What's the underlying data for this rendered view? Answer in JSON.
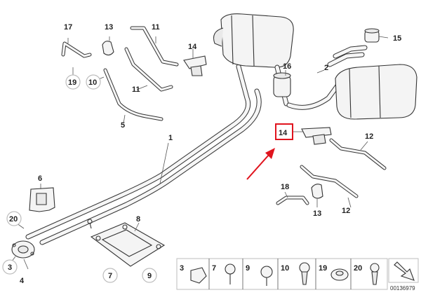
{
  "callouts": {
    "c1": "1",
    "c2": "2",
    "c3": "3",
    "c4": "4",
    "c5": "5",
    "c6": "6",
    "c7": "7",
    "c8": "8",
    "c9": "9",
    "c10": "10",
    "c11a": "11",
    "c11b": "11",
    "c12a": "12",
    "c12b": "12",
    "c13a": "13",
    "c13b": "13",
    "c14a": "14",
    "c14b": "14",
    "c15": "15",
    "c16": "16",
    "c17": "17",
    "c18": "18",
    "c19": "19",
    "c20": "20"
  },
  "legend": [
    "3",
    "7",
    "9",
    "10",
    "19",
    "20"
  ],
  "reference_number": "00136979",
  "highlight": {
    "label": "14",
    "color": "#e0141e"
  }
}
